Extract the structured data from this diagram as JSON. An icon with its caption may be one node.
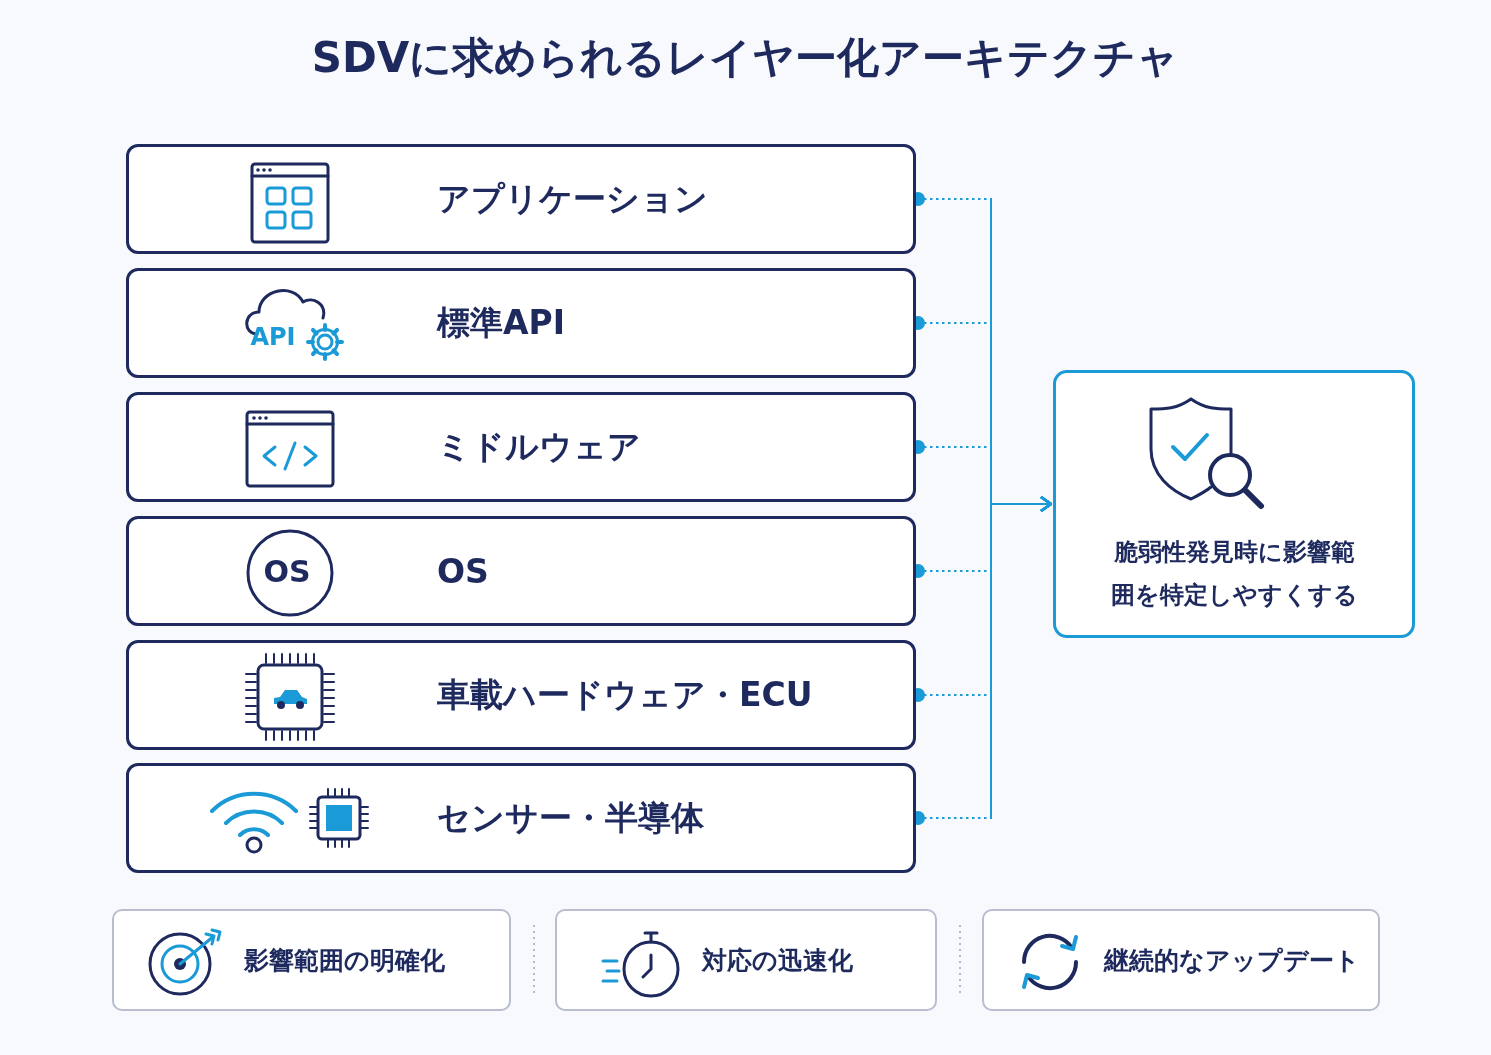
{
  "diagram": {
    "title": "SDVに求められるレイヤー化アーキテクチャ",
    "nodes": [
      {
        "text": [
          "アプリケーション"
        ]
      },
      {
        "text": [
          "標準API"
        ]
      },
      {
        "text": [
          "ミドルウェア"
        ]
      },
      {
        "text": [
          "OS"
        ]
      },
      {
        "text": [
          "車載ハードウェア・ECU"
        ]
      },
      {
        "text": [
          "センサー・半導体"
        ]
      },
      {
        "text": [
          "脆弱性発見時に影響範囲を特定しやすくする"
        ]
      },
      {
        "text": [
          "影響範囲の明確化"
        ]
      },
      {
        "text": [
          "対応の迅速化"
        ]
      },
      {
        "text": [
          "継続的なアップデート"
        ]
      }
    ],
    "edges": [
      {
        "from": 0,
        "to": 6,
        "arrow": "to",
        "style": "dashed"
      },
      {
        "from": 1,
        "to": 6,
        "arrow": "to",
        "style": "dashed"
      },
      {
        "from": 2,
        "to": 6,
        "arrow": "to",
        "style": "dashed"
      },
      {
        "from": 3,
        "to": 6,
        "arrow": "to",
        "style": "dashed"
      },
      {
        "from": 4,
        "to": 6,
        "arrow": "to",
        "style": "dashed"
      },
      {
        "from": 5,
        "to": 6,
        "arrow": "to",
        "style": "dashed"
      }
    ],
    "labels": [
      "API",
      "OS"
    ]
  }
}
